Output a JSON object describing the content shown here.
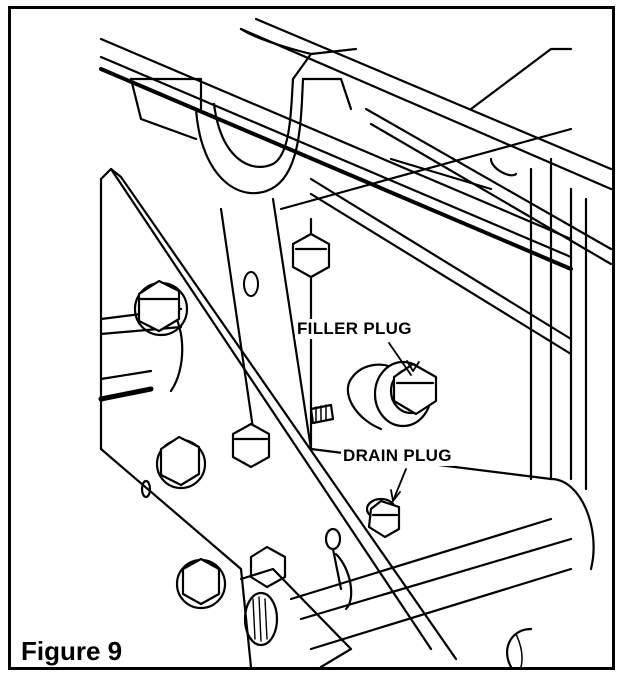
{
  "figure": {
    "callouts": {
      "filler_plug": "FILLER PLUG",
      "drain_plug": "DRAIN PLUG"
    },
    "caption": "Figure 9"
  },
  "colors": {
    "ink": "#000000",
    "paper": "#ffffff"
  }
}
